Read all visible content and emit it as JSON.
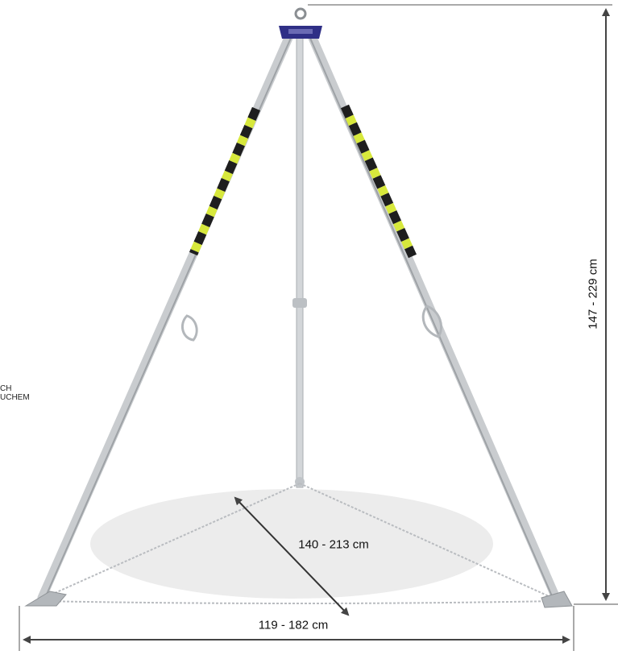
{
  "figure": {
    "dimensions": {
      "height_label": "147 - 229 cm",
      "diagonal_label": "140 - 213 cm",
      "base_label": "119 - 182 cm"
    },
    "side_fragments": [
      "CH",
      "UCHEM"
    ]
  },
  "colors": {
    "leg_metal": "#c9cccf",
    "leg_shadow": "#9ea2a6",
    "stripe_yellow": "#d7e83c",
    "stripe_black": "#1e1e1e",
    "head_blue": "#2f2f86",
    "floor_ellipse": "#ececec",
    "dimension_line": "#555555"
  }
}
